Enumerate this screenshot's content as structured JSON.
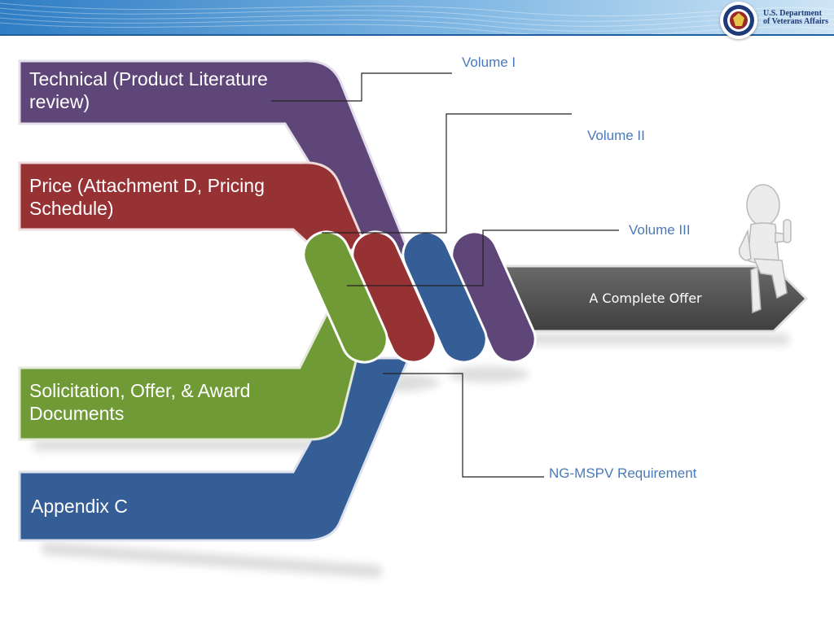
{
  "header": {
    "agency_line1": "U.S. Department",
    "agency_line2": "of Veterans Affairs",
    "logo_icon": "va-seal-icon"
  },
  "bands": [
    {
      "label": "Technical (Product Literature review)",
      "color": "#5e4678"
    },
    {
      "label": "Price (Attachment D, Pricing Schedule)",
      "color": "#963234"
    },
    {
      "label": "Solicitation, Offer, & Award Documents",
      "color": "#6f9a36"
    },
    {
      "label": "Appendix C",
      "color": "#355d96"
    }
  ],
  "callouts": {
    "volume_1": "Volume I",
    "volume_2": "Volume II",
    "volume_3": "Volume III",
    "requirement": "NG-MSPV Requirement"
  },
  "result": {
    "label": "A Complete Offer",
    "arrow_color": "#545454",
    "figure_icon": "thumbs-up-figure-icon"
  },
  "colors": {
    "callout_text": "#4a7ab8",
    "header_blue": "#3d86c8"
  }
}
